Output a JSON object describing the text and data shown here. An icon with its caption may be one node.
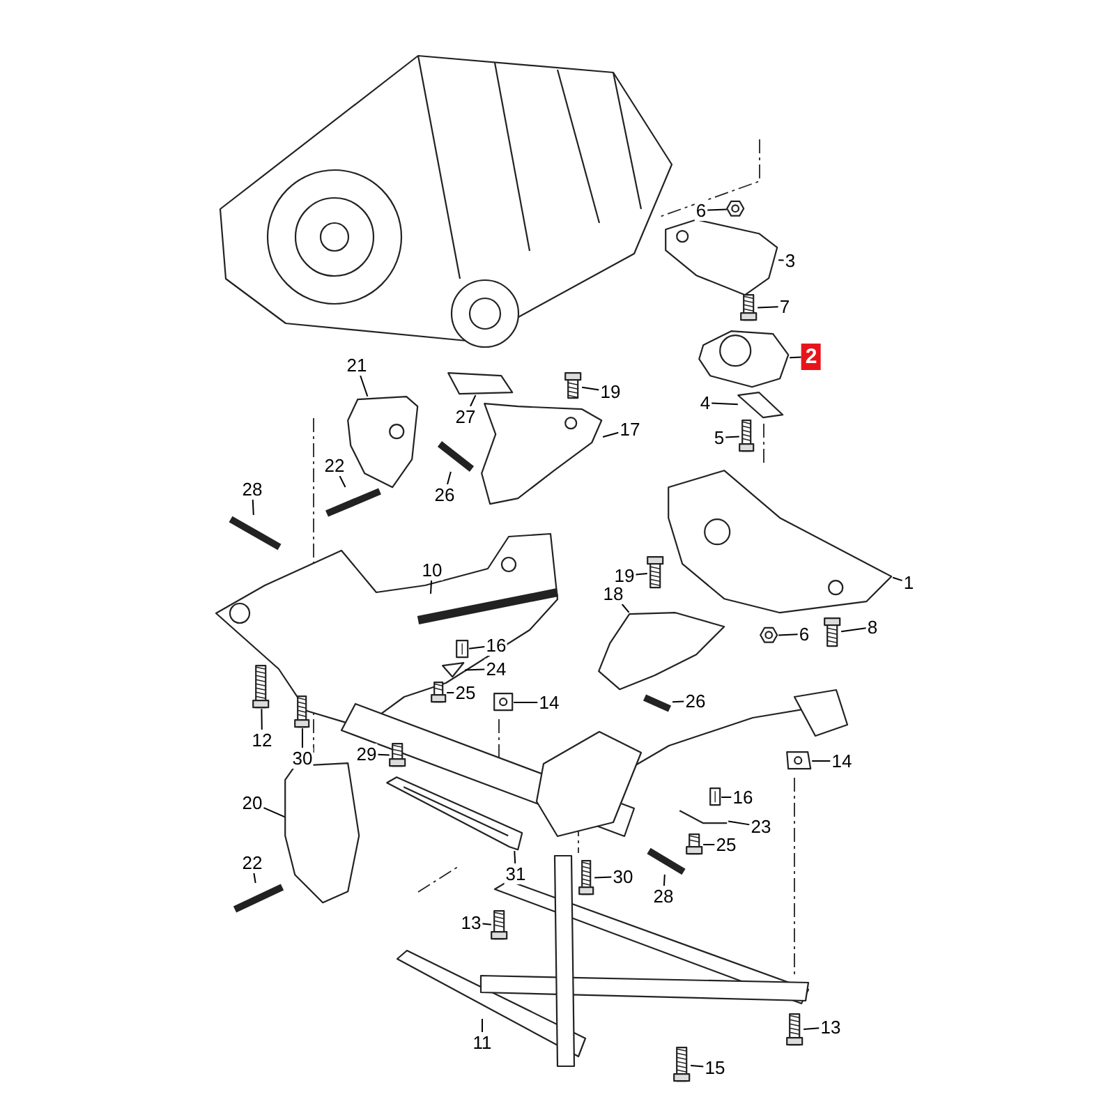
{
  "diagram": {
    "nodes": [
      {
        "text": [
          "6"
        ]
      },
      {
        "text": [
          "3"
        ]
      },
      {
        "text": [
          "7"
        ]
      },
      {
        "text": [
          "2"
        ]
      },
      {
        "text": [
          "21"
        ]
      },
      {
        "text": [
          "19"
        ]
      },
      {
        "text": [
          "4"
        ]
      },
      {
        "text": [
          "27"
        ]
      },
      {
        "text": [
          "17"
        ]
      },
      {
        "text": [
          "5"
        ]
      },
      {
        "text": [
          "22"
        ]
      },
      {
        "text": [
          "26"
        ]
      },
      {
        "text": [
          "28"
        ]
      },
      {
        "text": [
          "10"
        ]
      },
      {
        "text": [
          "1"
        ]
      },
      {
        "text": [
          "19"
        ]
      },
      {
        "text": [
          "18"
        ]
      },
      {
        "text": [
          "6"
        ]
      },
      {
        "text": [
          "8"
        ]
      },
      {
        "text": [
          "16"
        ]
      },
      {
        "text": [
          "24"
        ]
      },
      {
        "text": [
          "25"
        ]
      },
      {
        "text": [
          "14"
        ]
      },
      {
        "text": [
          "26"
        ]
      },
      {
        "text": [
          "12"
        ]
      },
      {
        "text": [
          "30"
        ]
      },
      {
        "text": [
          "29"
        ]
      },
      {
        "text": [
          "14"
        ]
      },
      {
        "text": [
          "16"
        ]
      },
      {
        "text": [
          "20"
        ]
      },
      {
        "text": [
          "23"
        ]
      },
      {
        "text": [
          "25"
        ]
      },
      {
        "text": [
          "31"
        ]
      },
      {
        "text": [
          "30"
        ]
      },
      {
        "text": [
          "22"
        ]
      },
      {
        "text": [
          "28"
        ]
      },
      {
        "text": [
          "13"
        ]
      },
      {
        "text": [
          "11"
        ]
      },
      {
        "text": [
          "13"
        ]
      },
      {
        "text": [
          "15"
        ]
      },
      {
        "text": [],
        "shape": "picture"
      },
      {
        "text": [],
        "shape": "picture"
      },
      {
        "text": [],
        "shape": "picture"
      },
      {
        "text": [],
        "shape": "picture"
      },
      {
        "text": [],
        "shape": "picture"
      },
      {
        "text": [],
        "shape": "picture"
      },
      {
        "text": [],
        "shape": "picture"
      },
      {
        "text": [],
        "shape": "picture"
      },
      {
        "text": [],
        "shape": "picture"
      },
      {
        "text": [],
        "shape": "picture"
      },
      {
        "text": [],
        "shape": "picture"
      },
      {
        "text": [],
        "shape": "picture"
      },
      {
        "text": [],
        "shape": "picture"
      },
      {
        "text": [],
        "shape": "picture"
      },
      {
        "text": [],
        "shape": "picture"
      },
      {
        "text": [],
        "shape": "picture"
      },
      {
        "text": [],
        "shape": "picture"
      },
      {
        "text": [],
        "shape": "picture"
      },
      {
        "text": [],
        "shape": "picture"
      },
      {
        "text": [],
        "shape": "picture"
      },
      {
        "text": [],
        "shape": "picture"
      },
      {
        "text": [],
        "shape": "picture"
      },
      {
        "text": [],
        "shape": "picture"
      },
      {
        "text": [],
        "shape": "picture"
      },
      {
        "text": [],
        "shape": "picture"
      },
      {
        "text": [],
        "shape": "picture"
      },
      {
        "text": [],
        "shape": "picture"
      },
      {
        "text": [],
        "shape": "picture"
      },
      {
        "text": [],
        "shape": "picture"
      },
      {
        "text": [],
        "shape": "picture"
      },
      {
        "text": [],
        "shape": "picture"
      },
      {
        "text": [],
        "shape": "picture"
      },
      {
        "text": [],
        "shape": "picture"
      },
      {
        "text": [],
        "shape": "picture"
      },
      {
        "text": [],
        "shape": "picture"
      },
      {
        "text": [],
        "shape": "picture"
      },
      {
        "text": [],
        "shape": "picture"
      },
      {
        "text": [],
        "shape": "picture"
      }
    ],
    "edges": [
      {
        "from": 0,
        "to": 40,
        "arrow": "none"
      },
      {
        "from": 1,
        "to": 41,
        "arrow": "none"
      },
      {
        "from": 2,
        "to": 42,
        "arrow": "none"
      },
      {
        "from": 3,
        "to": 43,
        "arrow": "none"
      },
      {
        "from": 4,
        "to": 44,
        "arrow": "none"
      },
      {
        "from": 5,
        "to": 45,
        "arrow": "none"
      },
      {
        "from": 6,
        "to": 46,
        "arrow": "none"
      },
      {
        "from": 7,
        "to": 47,
        "arrow": "none"
      },
      {
        "from": 8,
        "to": 48,
        "arrow": "none"
      },
      {
        "from": 9,
        "to": 49,
        "arrow": "none"
      },
      {
        "from": 10,
        "to": 50,
        "arrow": "none"
      },
      {
        "from": 11,
        "to": 51,
        "arrow": "none"
      },
      {
        "from": 12,
        "to": 52,
        "arrow": "none"
      },
      {
        "from": 13,
        "to": null,
        "arrow": "none"
      },
      {
        "from": 14,
        "to": 53,
        "arrow": "none"
      },
      {
        "from": 15,
        "to": 54,
        "arrow": "none"
      },
      {
        "from": 16,
        "to": 55,
        "arrow": "none"
      },
      {
        "from": 17,
        "to": 56,
        "arrow": "none"
      },
      {
        "from": 18,
        "to": 57,
        "arrow": "none"
      },
      {
        "from": 19,
        "to": 58,
        "arrow": "none"
      },
      {
        "from": 20,
        "to": 59,
        "arrow": "none"
      },
      {
        "from": 21,
        "to": 60,
        "arrow": "none"
      },
      {
        "from": 22,
        "to": 61,
        "arrow": "none"
      },
      {
        "from": 23,
        "to": 62,
        "arrow": "none"
      },
      {
        "from": 24,
        "to": 63,
        "arrow": "none"
      },
      {
        "from": 25,
        "to": 64,
        "arrow": "none"
      },
      {
        "from": 26,
        "to": 65,
        "arrow": "none"
      },
      {
        "from": 27,
        "to": 66,
        "arrow": "none"
      },
      {
        "from": 28,
        "to": 67,
        "arrow": "none"
      },
      {
        "from": 29,
        "to": 68,
        "arrow": "none"
      },
      {
        "from": 30,
        "to": 69,
        "arrow": "none"
      },
      {
        "from": 31,
        "to": 70,
        "arrow": "none"
      },
      {
        "from": 32,
        "to": 71,
        "arrow": "none"
      },
      {
        "from": 33,
        "to": 72,
        "arrow": "none"
      },
      {
        "from": 34,
        "to": 73,
        "arrow": "none"
      },
      {
        "from": 35,
        "to": 74,
        "arrow": "none"
      },
      {
        "from": 36,
        "to": 75,
        "arrow": "none"
      },
      {
        "from": 37,
        "to": null,
        "arrow": "none"
      },
      {
        "from": 38,
        "to": 76,
        "arrow": "none"
      },
      {
        "from": 39,
        "to": 77,
        "arrow": "none"
      }
    ]
  }
}
